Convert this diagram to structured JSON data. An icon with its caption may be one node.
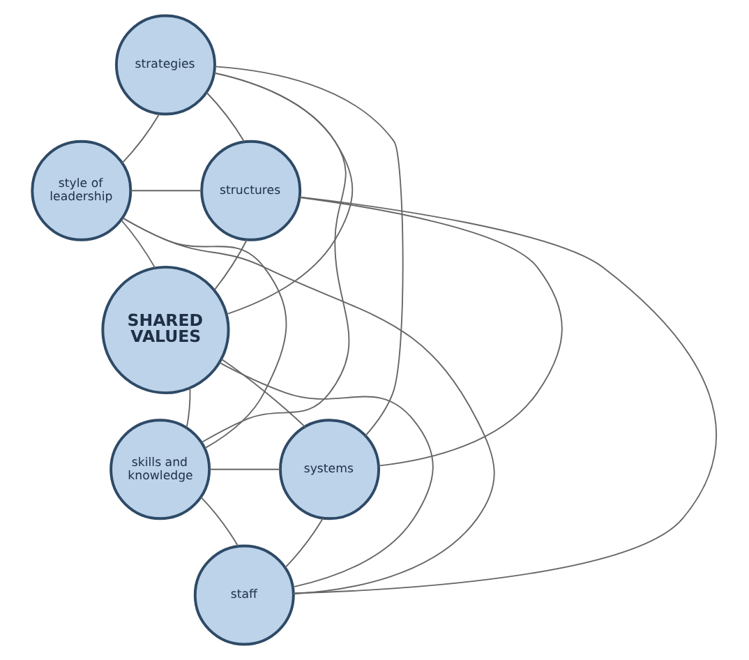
{
  "diagram": {
    "nodes": [
      {
        "text": [
          "strategies"
        ]
      },
      {
        "text": [
          "style of leadership"
        ]
      },
      {
        "text": [
          "structures"
        ]
      },
      {
        "text": [
          "SHARED VALUES"
        ]
      },
      {
        "text": [
          "skills and knowledge"
        ]
      },
      {
        "text": [
          "systems"
        ]
      },
      {
        "text": [
          "staff"
        ]
      }
    ],
    "edges": [
      {
        "from": 0,
        "to": 2,
        "arrow": "none"
      },
      {
        "from": 2,
        "to": 5,
        "arrow": "none"
      },
      {
        "from": 5,
        "to": 6,
        "arrow": "none"
      },
      {
        "from": 6,
        "to": 4,
        "arrow": "none"
      },
      {
        "from": 4,
        "to": 1,
        "arrow": "none"
      },
      {
        "from": 1,
        "to": 0,
        "arrow": "none"
      },
      {
        "from": 3,
        "to": 0,
        "arrow": "none"
      },
      {
        "from": 3,
        "to": 1,
        "arrow": "none"
      },
      {
        "from": 3,
        "to": 2,
        "arrow": "none"
      },
      {
        "from": 3,
        "to": 4,
        "arrow": "none"
      },
      {
        "from": 3,
        "to": 5,
        "arrow": "none"
      },
      {
        "from": 3,
        "to": 6,
        "arrow": "none"
      },
      {
        "from": 0,
        "to": 5,
        "arrow": "none"
      },
      {
        "from": 0,
        "to": 4,
        "arrow": "none"
      },
      {
        "from": 2,
        "to": 6,
        "arrow": "none"
      },
      {
        "from": 1,
        "to": 2,
        "arrow": "none"
      },
      {
        "from": 4,
        "to": 5,
        "arrow": "none"
      },
      {
        "from": 1,
        "to": 6,
        "arrow": "none"
      }
    ]
  }
}
